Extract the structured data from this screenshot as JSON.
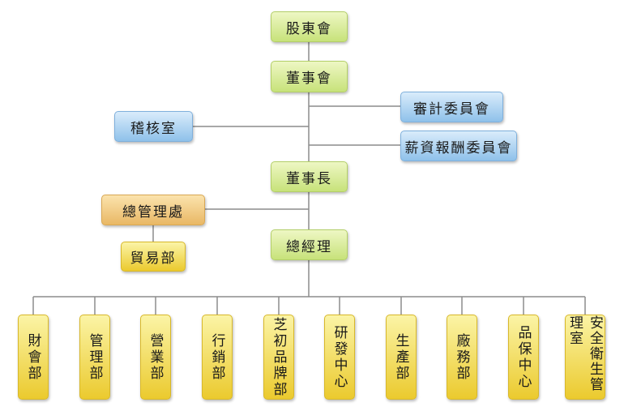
{
  "nodes": {
    "shareholders": "股東會",
    "board": "董事會",
    "audit_committee": "審計委員會",
    "audit_office": "稽核室",
    "compensation_committee": "薪資報酬委員會",
    "chairman": "董事長",
    "general_admin": "總管理處",
    "trade_dept": "貿易部",
    "general_manager": "總經理"
  },
  "departments": [
    "財會部",
    "管理部",
    "營業部",
    "行銷部",
    "芝初品牌部",
    "研發中心",
    "生產部",
    "廠務部",
    "品保中心",
    "安全衛生管理室"
  ]
}
